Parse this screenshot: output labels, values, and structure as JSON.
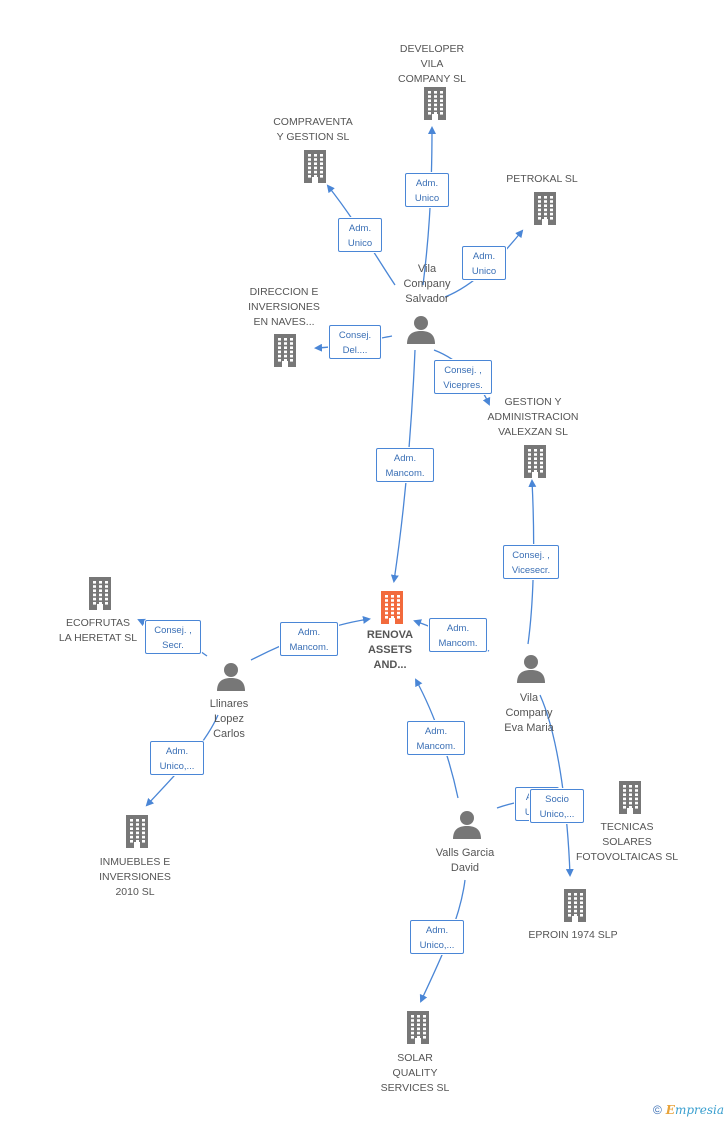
{
  "diagram": {
    "companies": [
      {
        "id": "developer",
        "lines": [
          "DEVELOPER",
          "VILA",
          "COMPANY SL"
        ]
      },
      {
        "id": "compraventa",
        "lines": [
          "COMPRAVENTA",
          "Y GESTION SL"
        ]
      },
      {
        "id": "petrokal",
        "lines": [
          "PETROKAL SL"
        ]
      },
      {
        "id": "direccion",
        "lines": [
          "DIRECCION E",
          "INVERSIONES",
          "EN NAVES..."
        ]
      },
      {
        "id": "gestion",
        "lines": [
          "GESTION Y",
          "ADMINISTRACION",
          "VALEXZAN SL"
        ]
      },
      {
        "id": "renova",
        "lines": [
          "RENOVA",
          "ASSETS",
          "AND..."
        ]
      },
      {
        "id": "ecofrutas",
        "lines": [
          "ECOFRUTAS",
          "LA HERETAT SL"
        ]
      },
      {
        "id": "inmuebles",
        "lines": [
          "INMUEBLES E",
          "INVERSIONES",
          "2010 SL"
        ]
      },
      {
        "id": "tecnicas",
        "lines": [
          "TECNICAS",
          "SOLARES",
          "FOTOVOLTAICAS SL"
        ]
      },
      {
        "id": "eproin",
        "lines": [
          "EPROIN 1974 SLP"
        ]
      },
      {
        "id": "solar",
        "lines": [
          "SOLAR",
          "QUALITY",
          "SERVICES SL"
        ]
      }
    ],
    "people": [
      {
        "id": "salvador",
        "lines": [
          "Vila",
          "Company",
          "Salvador"
        ]
      },
      {
        "id": "llinares",
        "lines": [
          "Llinares",
          "Lopez",
          "Carlos"
        ]
      },
      {
        "id": "evamaria",
        "lines": [
          "Vila",
          "Company",
          "Eva Maria"
        ]
      },
      {
        "id": "valls",
        "lines": [
          "Valls Garcia",
          "David"
        ]
      }
    ],
    "relations": [
      {
        "id": "r1",
        "lines": [
          "Adm.",
          "Unico"
        ]
      },
      {
        "id": "r2",
        "lines": [
          "Adm.",
          "Unico"
        ]
      },
      {
        "id": "r3",
        "lines": [
          "Adm.",
          "Unico"
        ]
      },
      {
        "id": "r4",
        "lines": [
          "Consej.",
          "Del...."
        ]
      },
      {
        "id": "r5",
        "lines": [
          "Consej. ,",
          "Vicepres."
        ]
      },
      {
        "id": "r6",
        "lines": [
          "Adm.",
          "Mancom."
        ]
      },
      {
        "id": "r7",
        "lines": [
          "Consej. ,",
          "Vicesecr."
        ]
      },
      {
        "id": "r8",
        "lines": [
          "Adm.",
          "Mancom."
        ]
      },
      {
        "id": "r9",
        "lines": [
          "Consej. ,",
          "Secr."
        ]
      },
      {
        "id": "r10",
        "lines": [
          "Adm.",
          "Mancom."
        ]
      },
      {
        "id": "r11",
        "lines": [
          "Adm.",
          "Unico,..."
        ]
      },
      {
        "id": "r12",
        "lines": [
          "Adm.",
          "Mancom."
        ]
      },
      {
        "id": "r13",
        "lines": [
          "Adm.",
          "Unico"
        ]
      },
      {
        "id": "r13b",
        "lines": [
          "Socio",
          "Unico,..."
        ]
      },
      {
        "id": "r14",
        "lines": [
          "Adm.",
          "Unico,..."
        ]
      }
    ]
  },
  "colors": {
    "company_icon": "#777777",
    "main_icon": "#f26a3c",
    "person_icon": "#777777",
    "edge": "#4a86d6"
  },
  "footer": {
    "copyright": "©",
    "brand_initial": "E",
    "brand_rest": "mpresia"
  }
}
